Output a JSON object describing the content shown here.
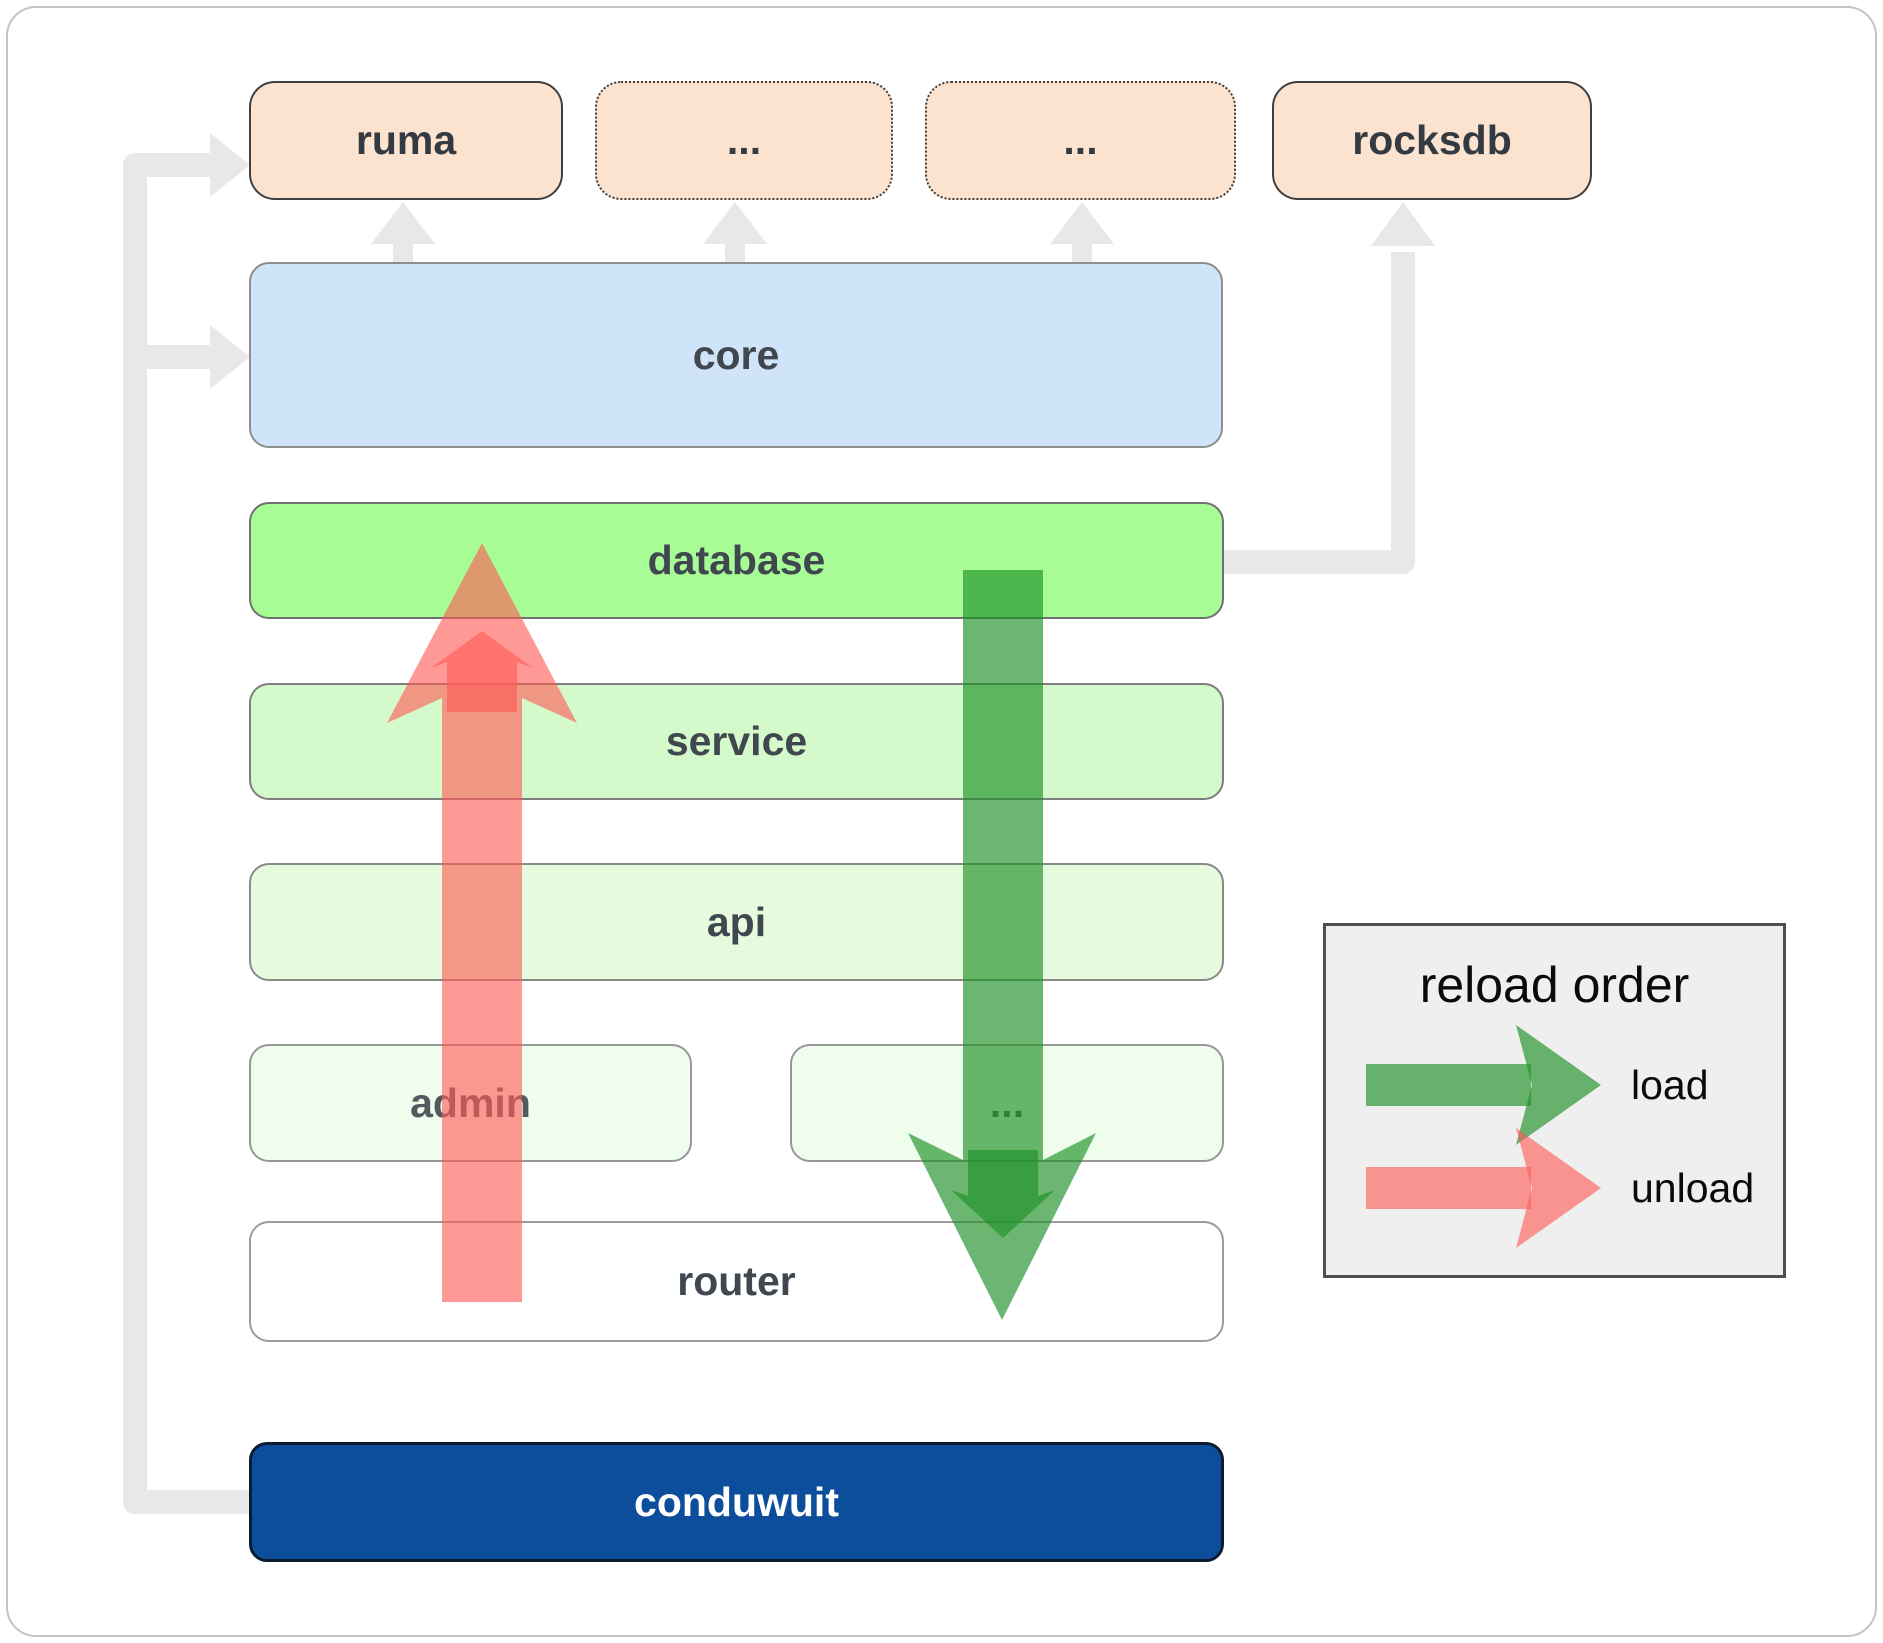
{
  "diagram": {
    "title_hint": "conduwuit module architecture with reload order",
    "boxes": {
      "ruma": {
        "label": "ruma"
      },
      "ellipsis_top_1": {
        "label": "..."
      },
      "ellipsis_top_2": {
        "label": "..."
      },
      "rocksdb": {
        "label": "rocksdb"
      },
      "core": {
        "label": "core"
      },
      "database": {
        "label": "database"
      },
      "service": {
        "label": "service"
      },
      "api": {
        "label": "api"
      },
      "admin": {
        "label": "admin"
      },
      "ellipsis_admin": {
        "label": "..."
      },
      "router": {
        "label": "router"
      },
      "conduwuit": {
        "label": "conduwuit"
      }
    },
    "arrows": {
      "load": {
        "label": "load",
        "color": "#1e9127",
        "direction": "down",
        "from": "database",
        "to": "router"
      },
      "unload": {
        "label": "unload",
        "color": "#ff5a55",
        "direction": "up",
        "from": "router",
        "to": "database"
      },
      "gray_connectors": [
        {
          "from": "conduwuit",
          "to": "ruma"
        },
        {
          "from": "conduwuit",
          "to": "core"
        },
        {
          "from": "core",
          "to": "ruma"
        },
        {
          "from": "core",
          "to": "ellipsis_top_1"
        },
        {
          "from": "core",
          "to": "ellipsis_top_2"
        },
        {
          "from": "database",
          "to": "rocksdb"
        }
      ]
    },
    "legend": {
      "title": "reload order",
      "items": [
        {
          "label": "load",
          "color": "#1e9127"
        },
        {
          "label": "unload",
          "color": "#ff5a55"
        }
      ]
    },
    "colors": {
      "peach_box": "#fbe3d0",
      "core_box": "#cfe4f8",
      "database_box": "#a7fc96",
      "service_box": "#d4facb",
      "api_box": "#e6fbde",
      "admin_box": "#eefdec",
      "router_box": "#ffffff",
      "conduwuit_box": "#0d4e9c",
      "connector_gray": "#e8e8e8",
      "legend_bg": "#efefef",
      "load_green": "#1e9127",
      "unload_red": "#ff5a55"
    }
  }
}
